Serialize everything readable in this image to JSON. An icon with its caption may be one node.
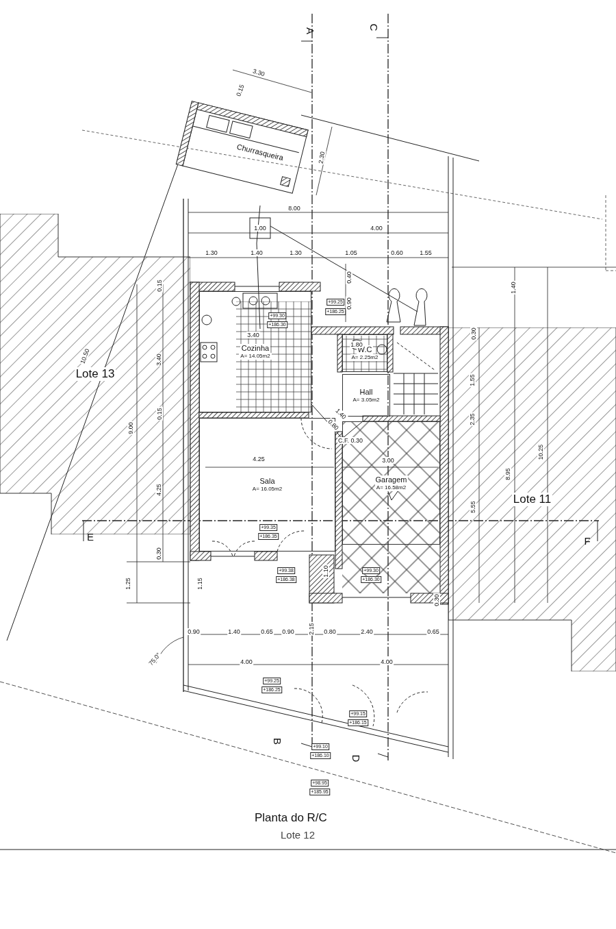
{
  "diagram": {
    "title": "Planta do R/C",
    "caption": "Lote 12",
    "nodes": [
      {
        "text": [
          "Churrasqueira"
        ]
      },
      {
        "text": [
          "Cozinha",
          "A= 14.05m2"
        ]
      },
      {
        "text": [
          "W.C",
          "A= 2.25m2"
        ]
      },
      {
        "text": [
          "Hall",
          "A= 3.05m2"
        ]
      },
      {
        "text": [
          "Sala",
          "A= 16.05m2"
        ]
      },
      {
        "text": [
          "Garagem",
          "A= 16.58m2"
        ]
      },
      {
        "text": [
          "Lote 13"
        ]
      },
      {
        "text": [
          "Lote 11"
        ]
      }
    ],
    "labels": [
      "A",
      "C",
      "3.30",
      "0.15",
      "2.30",
      "8.00",
      "1.00",
      "4.00",
      "1.30",
      "1.40",
      "1.30",
      "1.05",
      "0.60",
      "1.55",
      "0.15",
      "0.40",
      "1.40",
      "+99.25",
      "0.90",
      "+186.25",
      "+99.30",
      "+186.30",
      "10.50",
      "3.40",
      "3.40",
      "1.80",
      "0.30",
      "1.55",
      "1.40",
      "0.80",
      "0.15",
      "9.00",
      "C.F. 0.30",
      "4.25",
      "3.00",
      "2.35",
      "10.25",
      "8.95",
      "4.25",
      "5.55",
      "E",
      "F",
      "+99.35",
      "+186.35",
      "0.30",
      "+99.38",
      "+186.38",
      "1.10",
      "+99.30",
      "+186.30",
      "1.25",
      "1.15",
      "0.30",
      "0.90",
      "1.40",
      "0.65",
      "0.90",
      "2.15",
      "0.80",
      "2.40",
      "0.65",
      "4.00",
      "4.00",
      "75.0°",
      "+99.25",
      "+186.25",
      "+99.15",
      "+186.15",
      "B",
      "+99.10",
      "+186.10",
      "D",
      "+98.95",
      "+185.95"
    ]
  }
}
